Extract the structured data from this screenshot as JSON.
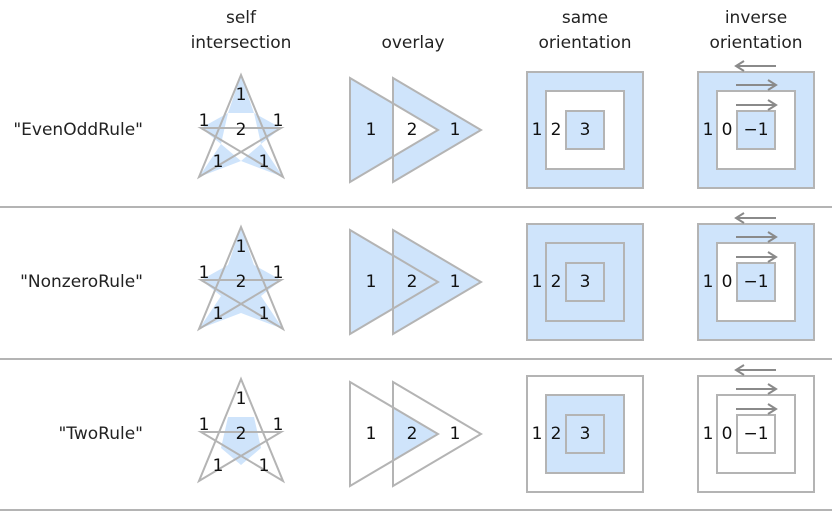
{
  "colors": {
    "fill": "#cfe4fb",
    "stroke": "#b4b4b4",
    "arrow": "#8a8a8a",
    "separator": "#b4b4b4"
  },
  "headers": [
    {
      "lines": [
        "self",
        "intersection"
      ]
    },
    {
      "lines": [
        "overlay"
      ]
    },
    {
      "lines": [
        "same",
        "orientation"
      ]
    },
    {
      "lines": [
        "inverse",
        "orientation"
      ]
    }
  ],
  "rows": [
    {
      "label": "\"EvenOddRule\"",
      "star": {
        "center": false,
        "arms": true
      },
      "overlay": {
        "left": true,
        "mid": false,
        "right": true
      },
      "same": {
        "outer": true,
        "mid": false,
        "inner": true
      },
      "inverse": {
        "outer": true,
        "mid": false,
        "inner": true
      }
    },
    {
      "label": "\"NonzeroRule\"",
      "star": {
        "center": true,
        "arms": true
      },
      "overlay": {
        "left": true,
        "mid": true,
        "right": true
      },
      "same": {
        "outer": true,
        "mid": true,
        "inner": true
      },
      "inverse": {
        "outer": true,
        "mid": false,
        "inner": true
      }
    },
    {
      "label": "\"TwoRule\"",
      "star": {
        "center": true,
        "arms": false
      },
      "overlay": {
        "left": false,
        "mid": true,
        "right": false
      },
      "same": {
        "outer": false,
        "mid": true,
        "inner": true
      },
      "inverse": {
        "outer": false,
        "mid": false,
        "inner": false
      }
    }
  ],
  "numbers": {
    "star": {
      "top": "1",
      "left": "1",
      "right": "1",
      "bottom_left": "1",
      "bottom_right": "1",
      "center": "2"
    },
    "overlay": {
      "left": "1",
      "mid": "2",
      "right": "1"
    },
    "same": {
      "outer": "1",
      "mid": "2",
      "inner": "3"
    },
    "inverse": {
      "outer": "1",
      "mid": "0",
      "inner": "−1"
    }
  }
}
